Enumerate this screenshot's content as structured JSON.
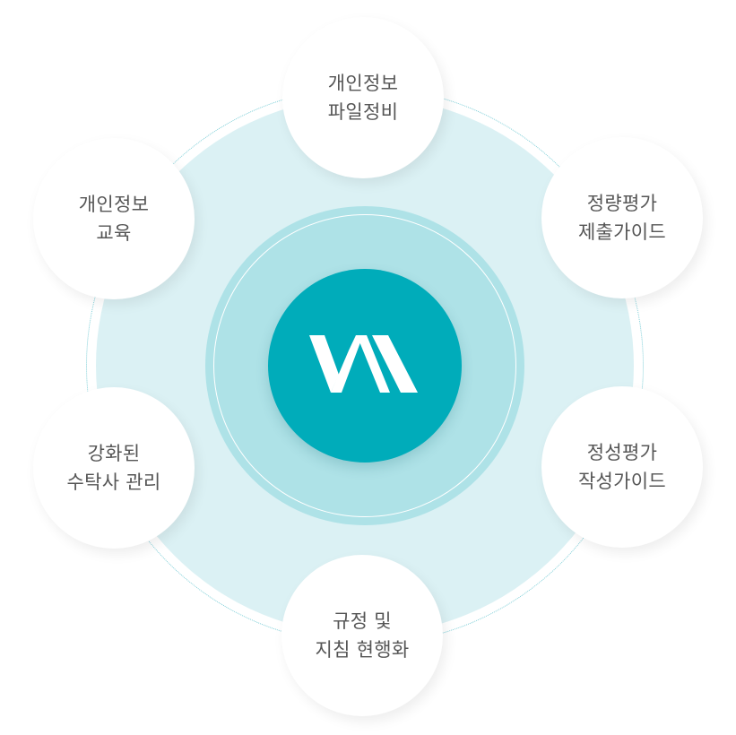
{
  "diagram": {
    "center_logo": {
      "icon": "vii-logo-icon",
      "color": "#00acba",
      "glyph_color": "#ffffff"
    },
    "colors": {
      "outer_fill": "#dbf1f4",
      "middle_fill": "#aee2e7",
      "core_fill": "#00acba",
      "dotted_ring": "#7fcfd8",
      "node_fill": "#ffffff",
      "node_text": "#555555"
    },
    "nodes": [
      {
        "position": "top",
        "lines": [
          "개인정보",
          "파일정비"
        ]
      },
      {
        "position": "top-right",
        "lines": [
          "정량평가",
          "제출가이드"
        ]
      },
      {
        "position": "bottom-right",
        "lines": [
          "정성평가",
          "작성가이드"
        ]
      },
      {
        "position": "bottom",
        "lines": [
          "규정 및",
          "지침 현행화"
        ]
      },
      {
        "position": "bottom-left",
        "lines": [
          "강화된",
          "수탁사 관리"
        ]
      },
      {
        "position": "top-left",
        "lines": [
          "개인정보",
          "교육"
        ]
      }
    ]
  }
}
